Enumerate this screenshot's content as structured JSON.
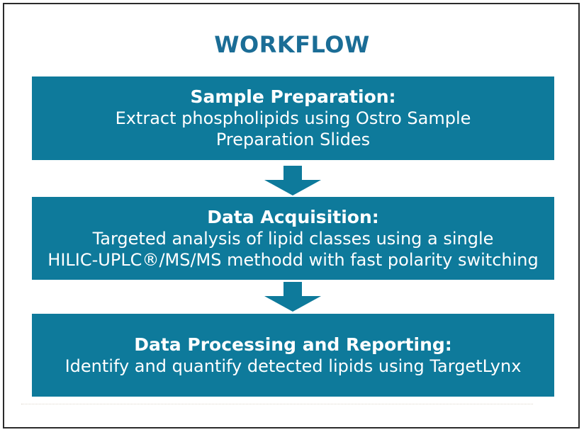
{
  "diagram": {
    "title": "WORKFLOW",
    "steps": [
      {
        "heading": "Sample Preparation:",
        "body_lines": [
          "Extract phospholipids using Ostro Sample",
          "Preparation Slides"
        ]
      },
      {
        "heading": "Data Acquisition:",
        "body_lines": [
          "Targeted analysis of lipid classes using a single",
          "HILIC-UPLC®/MS/MS methodd with fast polarity switching"
        ]
      },
      {
        "heading": "Data Processing and Reporting:",
        "body_lines": [
          "Identify and quantify detected lipids using TargetLynx"
        ]
      }
    ],
    "colors": {
      "box_fill": "#0e7a9b",
      "title_text": "#1b6d96",
      "box_text": "#ffffff",
      "frame_border": "#2b2b2b"
    }
  }
}
